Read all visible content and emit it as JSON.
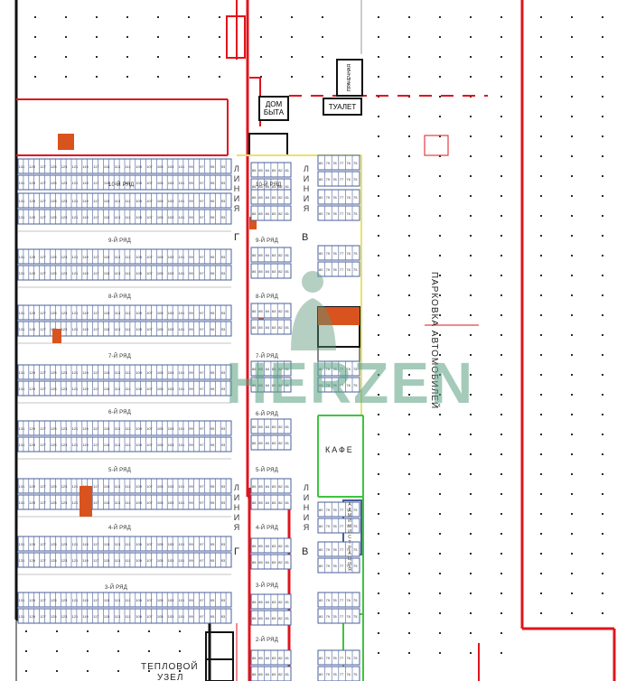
{
  "labels": {
    "dom_byta": "ДОМ БЫТА",
    "tualet": "ТУАЛЕТ",
    "prachechnaya": "ПРАЧЕЧНАЯ",
    "kafe": "КАФЕ",
    "teplovoy_uzel_line1": "ТЕПЛОВОЙ",
    "teplovoy_uzel_line2": "УЗЕЛ",
    "parking": "ПАРКОВКА АВТОМОБИЛЕЙ",
    "liniya": "ЛИНИЯ",
    "line_g": "Г",
    "line_v": "В",
    "administration": "АДМИНИСТРАЦИЯ",
    "watermark": "HERZEN"
  },
  "rows_left": [
    "10-Й РЯД",
    "9-Й РЯД",
    "8-Й РЯД",
    "7-Й РЯД",
    "6-Й РЯД",
    "5-Й РЯД",
    "4-Й РЯД",
    "3-Й РЯД"
  ],
  "rows_mid": [
    "10-Й РЯД",
    "9-Й РЯД",
    "8-Й РЯД",
    "7-Й РЯД",
    "6-Й РЯД",
    "5-Й РЯД",
    "4-Й РЯД",
    "3-Й РЯД",
    "2-Й РЯД"
  ],
  "stall_numbers": [
    "131",
    "130",
    "129",
    "128",
    "127",
    "126",
    "125",
    "124",
    "123",
    "122",
    "121",
    "120",
    "119",
    "118",
    "117",
    "116",
    "115",
    "114",
    "113",
    "112",
    "111",
    "110",
    "109",
    "108",
    "107",
    "106",
    "105",
    "104",
    "103",
    "102",
    "101",
    "100",
    "99",
    "98",
    "97",
    "96",
    "95",
    "94",
    "93",
    "92",
    "91"
  ],
  "mid_numbers": [
    "86",
    "85",
    "84",
    "83",
    "82",
    "81"
  ],
  "right_numbers": [
    "80",
    "79",
    "78",
    "77",
    "76",
    "75",
    "74",
    "73"
  ],
  "colors": {
    "wall_red": "#e0141c",
    "wall_black": "#111111",
    "line_yellow": "#e8e36a",
    "line_green": "#3ec43e",
    "stall_blue": "#4a5f9a",
    "accent_orange": "#d9531e",
    "dots": "#2c2c2c",
    "watermark": "#5aa082"
  }
}
